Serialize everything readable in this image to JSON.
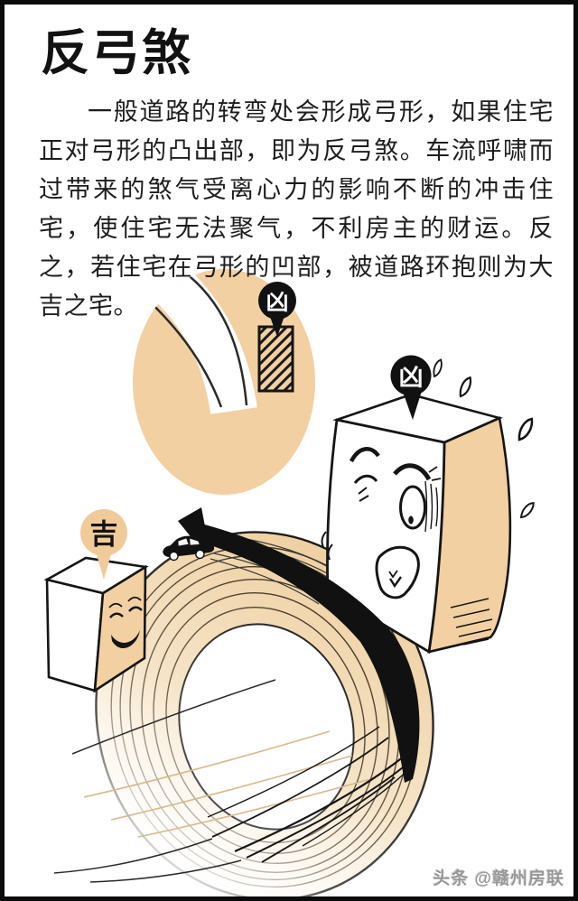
{
  "page": {
    "title": "反弓煞",
    "paragraph": "一般道路的转弯处会形成弓形，如果住宅正对弓形的凸出部，即为反弓煞。车流呼啸而过带来的煞气受离心力的影响不断的冲击住宅，使住宅无法聚气，不利房主的财运。反之，若住宅在弓形的凹部，被道路环抱则为大吉之宅。",
    "watermark": "头条 @赣州房联"
  },
  "illustration": {
    "inset": {
      "badge": "凶"
    },
    "bad_building": {
      "badge": "凶"
    },
    "good_building": {
      "badge": "吉"
    },
    "colors": {
      "tan": "#F2D0A2",
      "tan_light": "#F6E3C4",
      "ink": "#151515",
      "bad_badge_bg": "#111111",
      "bad_badge_text": "#FFFFFF",
      "good_badge_bg": "#F0CB99",
      "watermark_gray": "#979797"
    }
  }
}
